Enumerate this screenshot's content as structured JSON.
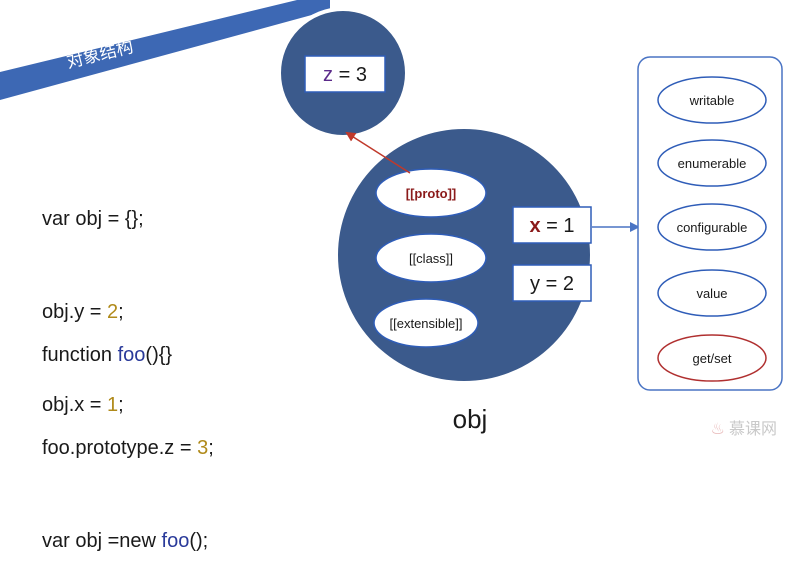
{
  "banner": {
    "title": "对象结构"
  },
  "code_block_1": [
    {
      "parts": [
        {
          "text": "var obj = {};",
          "style": "plain"
        }
      ]
    },
    {
      "parts": [
        {
          "text": "obj.y = ",
          "style": "plain"
        },
        {
          "text": "2",
          "style": "num"
        },
        {
          "text": ";",
          "style": "plain"
        }
      ]
    },
    {
      "parts": [
        {
          "text": "obj.x = ",
          "style": "plain"
        },
        {
          "text": "1",
          "style": "num"
        },
        {
          "text": ";",
          "style": "plain"
        }
      ]
    }
  ],
  "code_block_2": [
    {
      "parts": [
        {
          "text": "function ",
          "style": "plain"
        },
        {
          "text": "foo",
          "style": "kw"
        },
        {
          "text": "(){}",
          "style": "plain"
        }
      ]
    },
    {
      "parts": [
        {
          "text": "foo.prototype.z = ",
          "style": "plain"
        },
        {
          "text": "3",
          "style": "num"
        },
        {
          "text": ";",
          "style": "plain"
        }
      ]
    },
    {
      "parts": [
        {
          "text": "var obj =new ",
          "style": "plain"
        },
        {
          "text": "foo",
          "style": "kw"
        },
        {
          "text": "();",
          "style": "plain"
        }
      ]
    }
  ],
  "prototype_circle": {
    "prop_key": "z",
    "prop_rest": " = 3"
  },
  "obj_circle": {
    "label": "obj",
    "internal_slots": [
      "[[proto]]",
      "[[class]]",
      "[[extensible]]"
    ],
    "x_box": {
      "key": "x",
      "rest": " = 1"
    },
    "y_box": {
      "text": "y = 2"
    }
  },
  "attributes": [
    "writable",
    "enumerable",
    "configurable",
    "value",
    "get/set"
  ],
  "watermark": {
    "text": "慕课网",
    "logo": "♨"
  },
  "colors": {
    "banner": "#3d68b4",
    "circle_fill": "#3b5a8c",
    "circle_stroke": "#ffffff",
    "arrow_proto": "#c0392b",
    "arrow_attr": "#4a74c4",
    "ellipse_stroke": "#2f5db8",
    "getset_stroke": "#b03030",
    "proto_text": "#8b1a1a",
    "x_key": "#8b1a1a",
    "z_key": "#5b2a8a"
  }
}
